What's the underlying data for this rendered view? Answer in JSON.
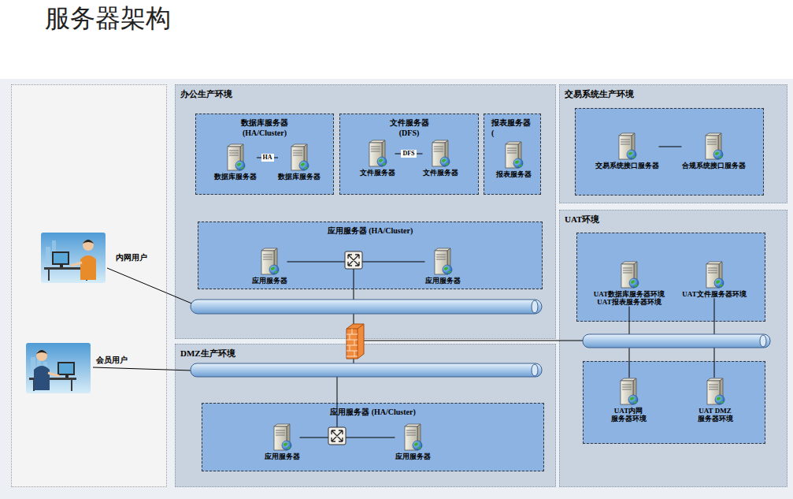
{
  "diagram": {
    "title": "服务器架构",
    "nodes": [
      {
        "text": [
          "办公生产环境"
        ]
      },
      {
        "text": [
          "数据库服务器 (HA/Cluster)"
        ],
        "in": 0
      },
      {
        "text": [
          "数据库服务器"
        ],
        "in": 1
      },
      {
        "text": [
          "数据库服务器"
        ],
        "in": 1
      },
      {
        "text": [
          "文件服务器 (DFS)"
        ],
        "in": 0
      },
      {
        "text": [
          "文件服务器"
        ],
        "in": 4
      },
      {
        "text": [
          "文件服务器"
        ],
        "in": 4
      },
      {
        "text": [
          "报表服务器 ("
        ],
        "in": 0
      },
      {
        "text": [
          "报表服务器"
        ],
        "in": 7
      },
      {
        "text": [
          "应用服务器 (HA/Cluster)"
        ],
        "in": 0
      },
      {
        "text": [
          "应用服务器"
        ],
        "in": 9
      },
      {
        "text": [
          "应用服务器"
        ],
        "in": 9
      },
      {
        "text": [
          "交易系统生产环境"
        ]
      },
      {
        "text": [
          "交易系统接口服务器"
        ],
        "in": 12
      },
      {
        "text": [
          "合规系统接口服务器"
        ],
        "in": 12
      },
      {
        "text": [
          "内网用户"
        ]
      },
      {
        "text": [
          "UAT环境"
        ]
      },
      {
        "text": [
          "UAT数据库服务器环境 UAT报表服务器环境"
        ],
        "in": 16
      },
      {
        "text": [
          "UAT文件服务器环境"
        ],
        "in": 16
      },
      {
        "text": [
          "UAT内网 服务器环境"
        ],
        "in": 16
      },
      {
        "text": [
          "UAT DMZ 服务器环境"
        ],
        "in": 16
      },
      {
        "text": [
          "DMZ生产环境"
        ]
      },
      {
        "text": [
          "会员用户"
        ]
      },
      {
        "text": [
          "应用服务器 (HA/Cluster)"
        ],
        "in": 21
      },
      {
        "text": [
          "应用服务器"
        ],
        "in": 23
      },
      {
        "text": [
          "应用服务器"
        ],
        "in": 23
      }
    ],
    "edges": [
      {
        "from": 2,
        "to": 3,
        "label": "HA",
        "arrow": "none"
      },
      {
        "from": 5,
        "to": 6,
        "label": "DFS",
        "arrow": "none"
      },
      {
        "from": 10,
        "to": 11,
        "arrow": "none"
      },
      {
        "from": 13,
        "to": 14,
        "arrow": "none"
      },
      {
        "from": 17,
        "to": 19,
        "arrow": "none"
      },
      {
        "from": 18,
        "to": 20,
        "arrow": "none"
      },
      {
        "from": 24,
        "to": 25,
        "arrow": "none"
      }
    ]
  }
}
